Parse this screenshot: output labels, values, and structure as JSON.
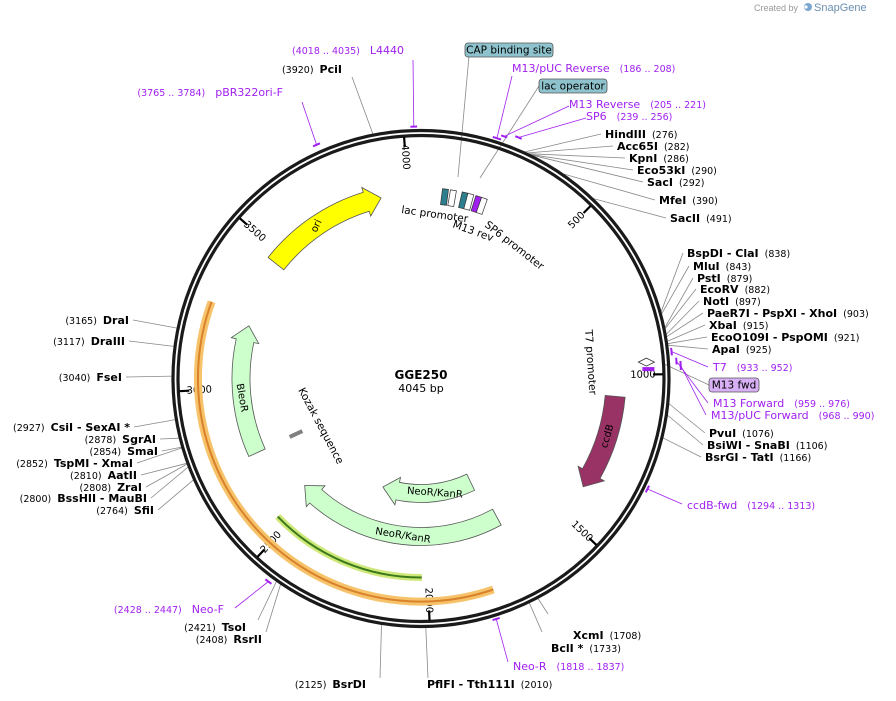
{
  "credit": {
    "created_by": "Created by",
    "brand": "SnapGene"
  },
  "plasmid": {
    "name": "GGE250",
    "length": "4045 bp",
    "total_bp": 4045
  },
  "ticks": [
    "500",
    "1000",
    "1500",
    "2000",
    "2500",
    "3000",
    "3500",
    "4000"
  ],
  "features": [
    {
      "name": "ori",
      "color": "#ffff00",
      "label_inside": true
    },
    {
      "name": "BleoR",
      "color": "#ccffcc",
      "label_inside": true
    },
    {
      "name": "NeoR/KanR",
      "color": "#ccffcc",
      "label_inside": true
    },
    {
      "name": "NeoR/KanR",
      "color": "#ccffcc",
      "label_inside": true
    },
    {
      "name": "ccdB",
      "color": "#993366",
      "label_inside": true
    },
    {
      "name": "lac promoter",
      "color": "#ffffff"
    },
    {
      "name": "M13 rev",
      "color": "#ffffff"
    },
    {
      "name": "SP6 promoter",
      "color": "#ffffff"
    },
    {
      "name": "T7 promoter",
      "color": "#ffffff"
    },
    {
      "name": "Kozak sequence",
      "color": "#808080"
    }
  ],
  "boxed_features": [
    {
      "name": "CAP binding site",
      "color": "#8ec2cc"
    },
    {
      "name": "lac operator",
      "color": "#8ec2cc"
    },
    {
      "name": "M13 fwd",
      "color": "#d8b0f5"
    }
  ],
  "enzymes": [
    {
      "name": "PciI",
      "pos": "(3920)"
    },
    {
      "name": "HindIII",
      "pos": "(276)"
    },
    {
      "name": "Acc65I",
      "pos": "(282)"
    },
    {
      "name": "KpnI",
      "pos": "(286)"
    },
    {
      "name": "Eco53kI",
      "pos": "(290)"
    },
    {
      "name": "SacI",
      "pos": "(292)"
    },
    {
      "name": "MfeI",
      "pos": "(390)"
    },
    {
      "name": "SacII",
      "pos": "(491)"
    },
    {
      "name": "BspDI - ClaI",
      "pos": "(838)"
    },
    {
      "name": "MluI",
      "pos": "(843)"
    },
    {
      "name": "PstI",
      "pos": "(879)"
    },
    {
      "name": "EcoRV",
      "pos": "(882)"
    },
    {
      "name": "NotI",
      "pos": "(897)"
    },
    {
      "name": "PaeR7I - PspXI - XhoI",
      "pos": "(903)"
    },
    {
      "name": "XbaI",
      "pos": "(915)"
    },
    {
      "name": "EcoO109I - PspOMI",
      "pos": "(921)"
    },
    {
      "name": "ApaI",
      "pos": "(925)"
    },
    {
      "name": "PvuI",
      "pos": "(1076)"
    },
    {
      "name": "BsiWI - SnaBI",
      "pos": "(1106)"
    },
    {
      "name": "BsrGI - TatI",
      "pos": "(1166)"
    },
    {
      "name": "XcmI",
      "pos": "(1708)"
    },
    {
      "name": "BclI *",
      "pos": "(1733)"
    },
    {
      "name": "PflFI - Tth111I",
      "pos": "(2010)"
    },
    {
      "name": "BsrDI",
      "pos": "(2125)"
    },
    {
      "name": "TsoI",
      "pos": "(2421)"
    },
    {
      "name": "RsrII",
      "pos": "(2408)"
    },
    {
      "name": "SfiI",
      "pos": "(2764)"
    },
    {
      "name": "BssHII - MauBI",
      "pos": "(2800)"
    },
    {
      "name": "ZraI",
      "pos": "(2808)"
    },
    {
      "name": "AatII",
      "pos": "(2810)"
    },
    {
      "name": "TspMI - XmaI",
      "pos": "(2852)"
    },
    {
      "name": "SmaI",
      "pos": "(2854)"
    },
    {
      "name": "SgrAI",
      "pos": "(2878)"
    },
    {
      "name": "CsiI - SexAI *",
      "pos": "(2927)"
    },
    {
      "name": "FseI",
      "pos": "(3040)"
    },
    {
      "name": "DraIII",
      "pos": "(3117)"
    },
    {
      "name": "DraI",
      "pos": "(3165)"
    }
  ],
  "primers": [
    {
      "name": "L4440",
      "pos": "(4018 .. 4035)"
    },
    {
      "name": "pBR322ori-F",
      "pos": "(3765 .. 3784)"
    },
    {
      "name": "M13/pUC Reverse",
      "pos": "(186 .. 208)"
    },
    {
      "name": "M13 Reverse",
      "pos": "(205 .. 221)"
    },
    {
      "name": "SP6",
      "pos": "(239 .. 256)"
    },
    {
      "name": "T7",
      "pos": "(933 .. 952)"
    },
    {
      "name": "M13 Forward",
      "pos": "(959 .. 976)"
    },
    {
      "name": "M13/pUC Forward",
      "pos": "(968 .. 990)"
    },
    {
      "name": "ccdB-fwd",
      "pos": "(1294 .. 1313)"
    },
    {
      "name": "Neo-R",
      "pos": "(1818 .. 1837)"
    },
    {
      "name": "Neo-F",
      "pos": "(2428 .. 2447)"
    }
  ],
  "colors": {
    "primer": "#a020f0",
    "backbone": "#1a1a1a",
    "leader": "#888888"
  }
}
